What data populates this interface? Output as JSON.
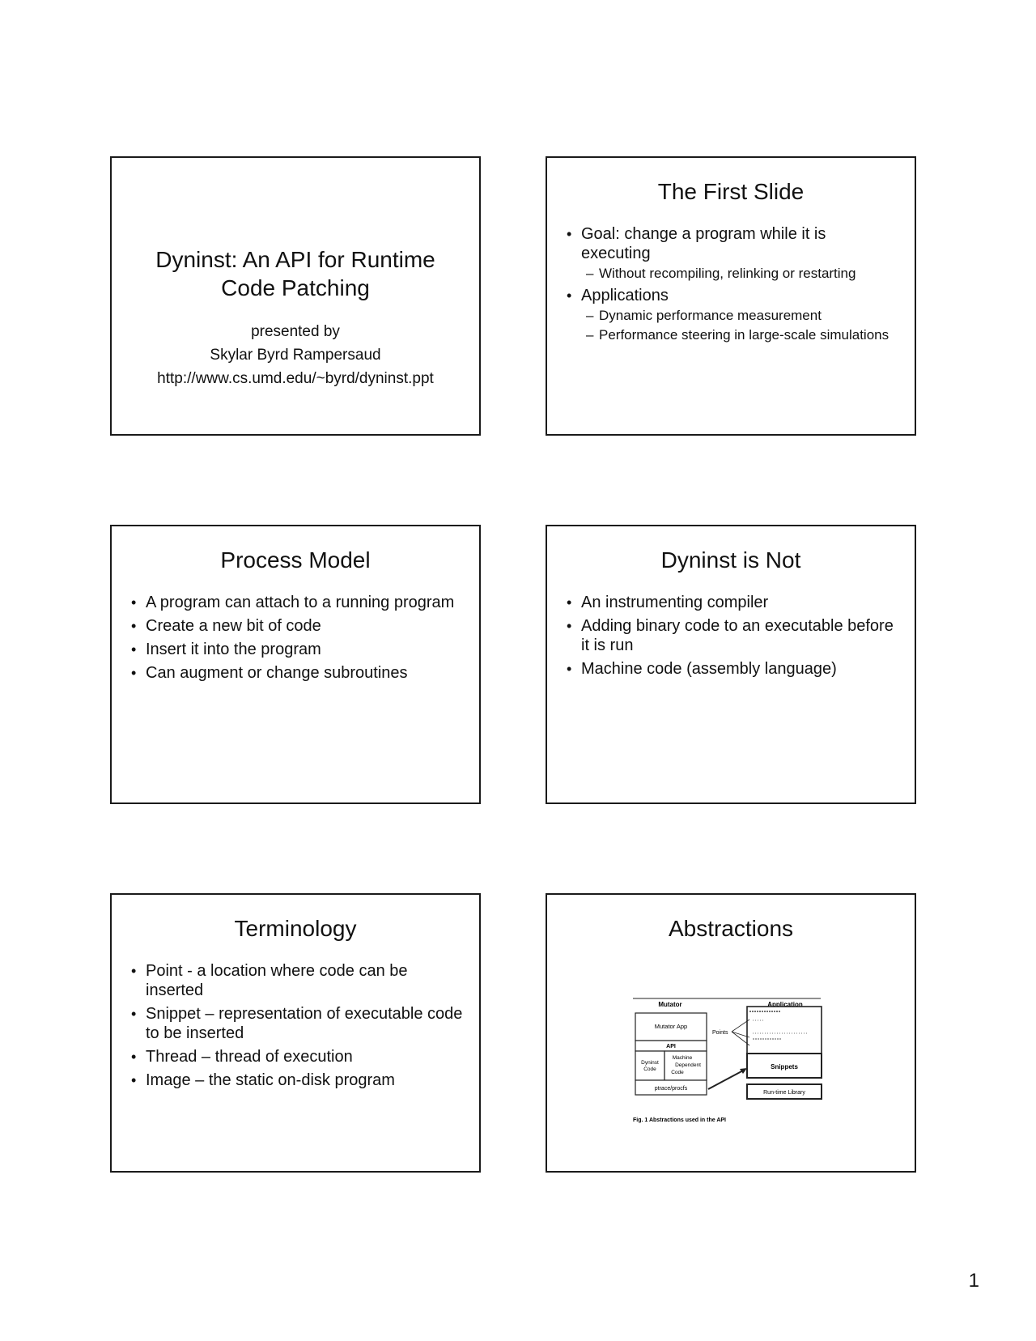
{
  "page": {
    "number": "1"
  },
  "slides": [
    {
      "title": "Dyninst: An API for Runtime Code Patching",
      "presented_by": "presented by",
      "author": "Skylar Byrd Rampersaud",
      "url": "http://www.cs.umd.edu/~byrd/dyninst.ppt"
    },
    {
      "title": "The First Slide",
      "bullets": [
        {
          "text": "Goal: change a program while it is executing",
          "sub": [
            "Without recompiling, relinking or restarting"
          ]
        },
        {
          "text": "Applications",
          "sub": [
            "Dynamic performance measurement",
            "Performance steering in large-scale simulations"
          ]
        }
      ]
    },
    {
      "title": "Process Model",
      "bullets": [
        {
          "text": "A program can attach to a running program"
        },
        {
          "text": "Create a new bit of code"
        },
        {
          "text": "Insert it into the program"
        },
        {
          "text": "Can augment or change subroutines"
        }
      ]
    },
    {
      "title": "Dyninst is Not",
      "bullets": [
        {
          "text": "An instrumenting compiler"
        },
        {
          "text": "Adding binary code to an executable before it is run"
        },
        {
          "text": "Machine code (assembly language)"
        }
      ]
    },
    {
      "title": "Terminology",
      "bullets": [
        {
          "text": "Point - a location where code can be inserted"
        },
        {
          "text": "Snippet – representation of executable code to be inserted"
        },
        {
          "text": "Thread – thread of execution"
        },
        {
          "text": "Image – the static on-disk program"
        }
      ]
    },
    {
      "title": "Abstractions",
      "figure": {
        "mutator_header": "Mutator",
        "application_header": "Application",
        "mutator_app": "Mutator App",
        "api": "API",
        "dyninst_code_1": "Dyninst",
        "dyninst_code_2": "Code",
        "machine_dep_1": "Machine",
        "machine_dep_2": "Dependent",
        "machine_dep_3": "Code",
        "ptrace": "ptrace/procfs",
        "points": "Points",
        "snippets": "Snippets",
        "runtime_library": "Run-time Library",
        "caption": "Fig. 1 Abstractions used in the API"
      }
    }
  ]
}
